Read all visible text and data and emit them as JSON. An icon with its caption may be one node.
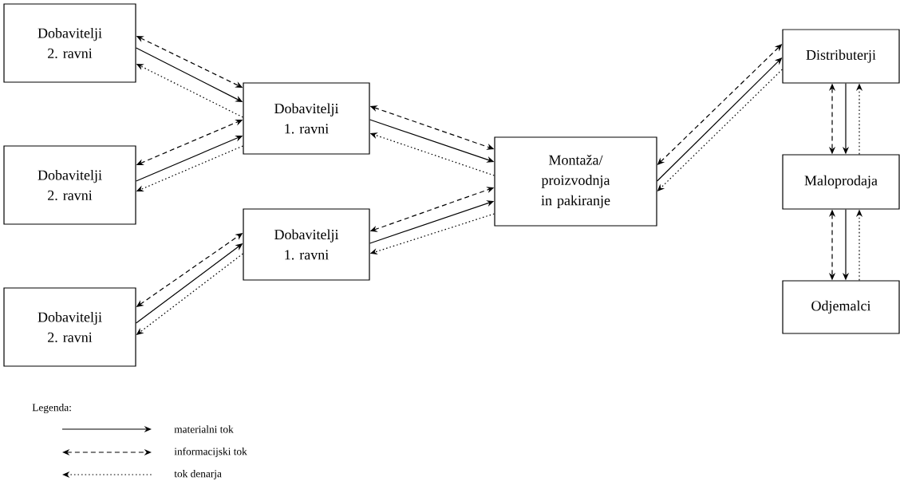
{
  "diagram": {
    "nodes": [
      {
        "text": [
          "Dobavitelji 2. ravni"
        ]
      },
      {
        "text": [
          "Dobavitelji 1. ravni"
        ]
      },
      {
        "text": [
          "Dobavitelji 2. ravni"
        ]
      },
      {
        "text": [
          "Montaža/ proizvodnja in pakiranje"
        ]
      },
      {
        "text": [
          "Distributerji"
        ]
      },
      {
        "text": [
          "Dobavitelji 1. ravni"
        ]
      },
      {
        "text": [
          "Maloprodaja"
        ]
      },
      {
        "text": [
          "Dobavitelji 2. ravni"
        ]
      },
      {
        "text": [
          "Odjemalci"
        ]
      }
    ],
    "edges": [
      {
        "from": 0,
        "to": 1,
        "arrow": "both",
        "style": "dashed"
      },
      {
        "from": 0,
        "to": 1,
        "arrow": "to"
      },
      {
        "from": 1,
        "to": 0,
        "arrow": "to",
        "style": "dashed"
      },
      {
        "from": 2,
        "to": 1,
        "arrow": "both",
        "style": "dashed"
      },
      {
        "from": 2,
        "to": 1,
        "arrow": "to"
      },
      {
        "from": 1,
        "to": 2,
        "arrow": "to",
        "style": "dashed"
      },
      {
        "from": 7,
        "to": 5,
        "arrow": "both",
        "style": "dashed"
      },
      {
        "from": 7,
        "to": 5,
        "arrow": "to"
      },
      {
        "from": 5,
        "to": 7,
        "arrow": "to",
        "style": "dashed"
      },
      {
        "from": 1,
        "to": 3,
        "arrow": "both",
        "style": "dashed"
      },
      {
        "from": 1,
        "to": 3,
        "arrow": "to"
      },
      {
        "from": 3,
        "to": 1,
        "arrow": "to",
        "style": "dashed"
      },
      {
        "from": 5,
        "to": 3,
        "arrow": "both",
        "style": "dashed"
      },
      {
        "from": 5,
        "to": 3,
        "arrow": "to"
      },
      {
        "from": 3,
        "to": 5,
        "arrow": "to",
        "style": "dashed"
      },
      {
        "from": 3,
        "to": 4,
        "arrow": "both",
        "style": "dashed"
      },
      {
        "from": 3,
        "to": 4,
        "arrow": "to"
      },
      {
        "from": 4,
        "to": 3,
        "arrow": "to",
        "style": "dashed"
      },
      {
        "from": 4,
        "to": 6,
        "arrow": "both",
        "style": "dashed"
      },
      {
        "from": 4,
        "to": 6,
        "arrow": "to"
      },
      {
        "from": 6,
        "to": 4,
        "arrow": "to",
        "style": "dashed"
      },
      {
        "from": 6,
        "to": 8,
        "arrow": "both",
        "style": "dashed"
      },
      {
        "from": 6,
        "to": 8,
        "arrow": "to"
      },
      {
        "from": 8,
        "to": 6,
        "arrow": "to",
        "style": "dashed"
      }
    ],
    "labels": [
      "Legenda:"
    ],
    "legend": [
      {
        "text": "materialni tok"
      },
      {
        "text": "informacijski tok"
      },
      {
        "text": "tok denarja"
      }
    ]
  }
}
